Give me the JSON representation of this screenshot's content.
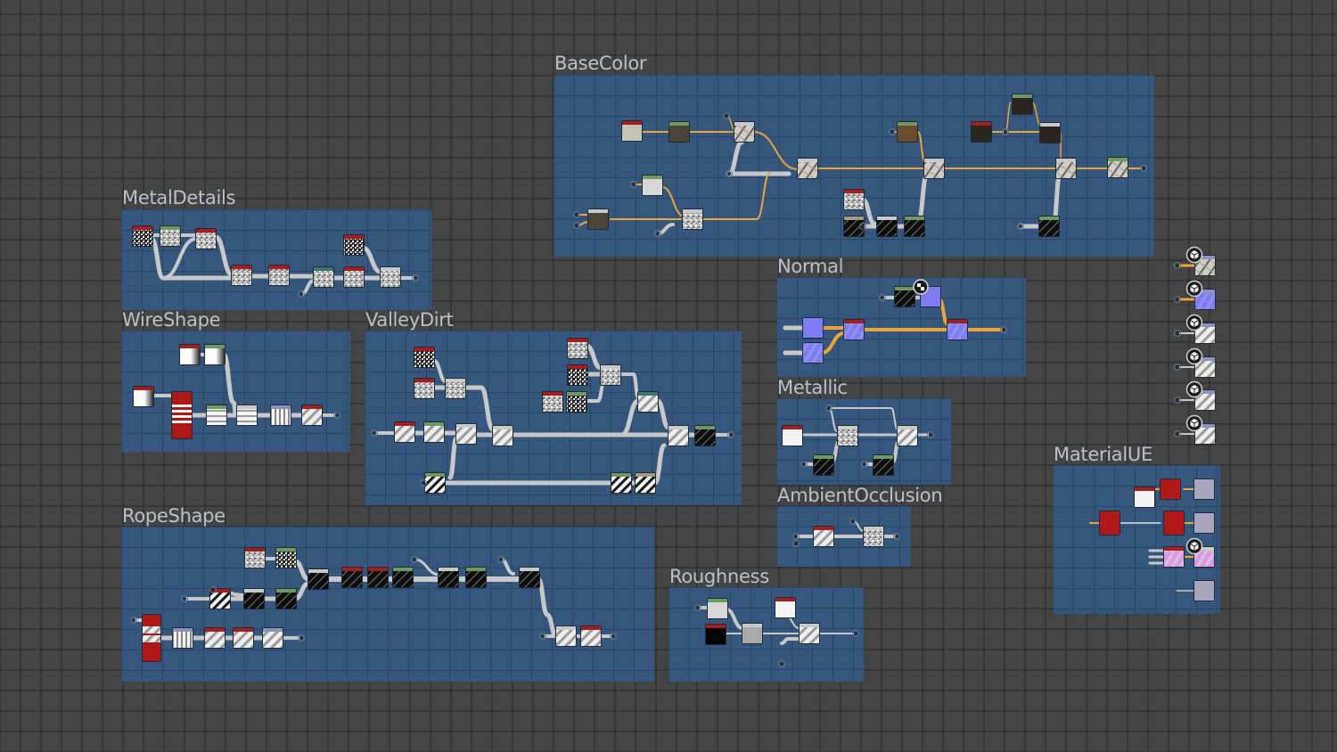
{
  "app": {
    "view": "Substance graph editor canvas"
  },
  "colors": {
    "canvas_bg": "#444444",
    "frame_bg": "#36577d",
    "frame_title": "#b9c2cc",
    "wire_color": "#e7a53a",
    "wire_gray": "#c8c8c8",
    "header_red": "#a61d1d",
    "header_green": "#6d9a5e",
    "header_gray": "#c9c9c9",
    "header_teal": "#3f7470",
    "header_blue": "#8a93bf",
    "header_olive": "#a39c7d",
    "normal_purple": "#7f7bf2"
  },
  "frames": [
    {
      "id": "basecolor",
      "title": "BaseColor"
    },
    {
      "id": "metaldetails",
      "title": "MetalDetails"
    },
    {
      "id": "wireshape",
      "title": "WireShape"
    },
    {
      "id": "valleydirt",
      "title": "ValleyDirt"
    },
    {
      "id": "normal",
      "title": "Normal"
    },
    {
      "id": "metallic",
      "title": "Metallic"
    },
    {
      "id": "ambientocclusion",
      "title": "AmbientOcclusion"
    },
    {
      "id": "ropeshape",
      "title": "RopeShape"
    },
    {
      "id": "roughness",
      "title": "Roughness"
    },
    {
      "id": "materialue",
      "title": "MaterialUE"
    }
  ],
  "outputs": [
    {
      "name": "basecolor-output",
      "icon": "cube-icon",
      "thumb": "diagonal-gray"
    },
    {
      "name": "normal-output",
      "icon": "cube-icon",
      "thumb": "purple"
    },
    {
      "name": "roughness-output",
      "icon": "cube-icon",
      "thumb": "diagonal-gray"
    },
    {
      "name": "metallic-output",
      "icon": "cube-icon",
      "thumb": "diagonal-white"
    },
    {
      "name": "ambientocclusion-output",
      "icon": "cube-icon",
      "thumb": "diagonal-white"
    },
    {
      "name": "height-output",
      "icon": "cube-icon",
      "thumb": "diagonal-white"
    }
  ]
}
